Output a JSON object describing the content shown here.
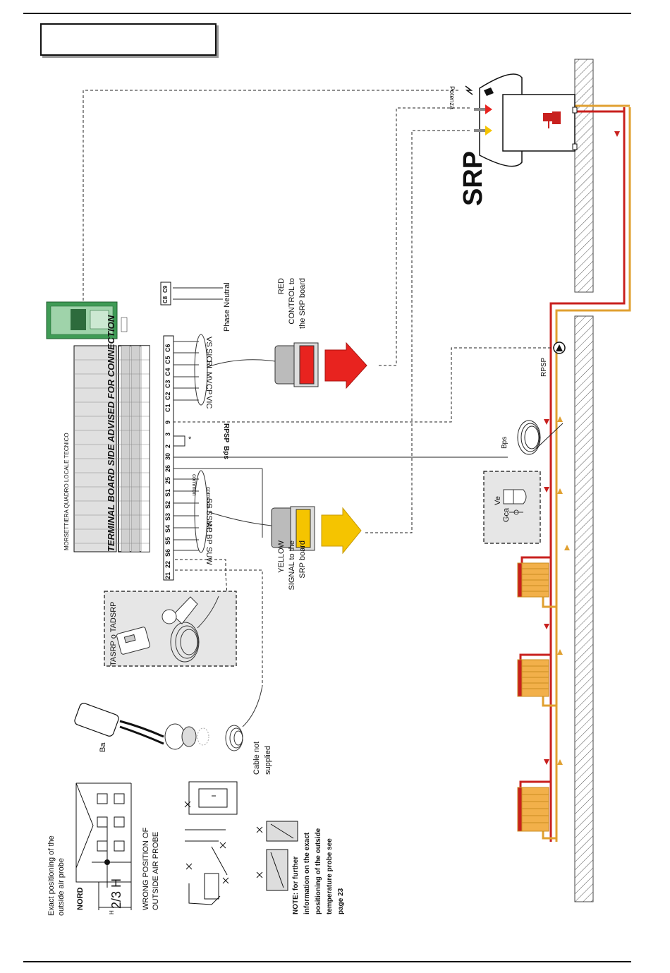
{
  "probe_section": {
    "exact_position_title": "Exact positioning of the outside air probe",
    "nord": "NORD",
    "height_fraction": "2/3 H",
    "height": "H",
    "wrong_position": "WRONG POSITION OF OUTSIDE AIR PROBE",
    "note_label": "NOTE",
    "note_text": ": for further information on the exact positioning of the outside temperature probe see page 23",
    "ba_label": "Ba",
    "cable_note": "Cable not supplied"
  },
  "thermostat": {
    "label": "TASRP o TADSRP"
  },
  "terminal_board": {
    "header_small": "MORSETTIERA QUADRO LOCALE TECNICO",
    "title": "TERMINAL BOARD SIDE ADVISED FOR CONNECTION",
    "terminals": [
      "21",
      "22",
      "S6",
      "S5",
      "S4",
      "S3",
      "S2",
      "S1",
      "25",
      "26",
      "30",
      "2",
      "3",
      "9",
      "C1",
      "C2",
      "C3",
      "C4",
      "C5",
      "C6",
      "C8",
      "C9"
    ],
    "mini_terminals": [
      "C8",
      "C9"
    ]
  },
  "wires_left": [
    "SUW",
    "BP",
    "AP",
    "SSMC",
    "SS",
    "common",
    "common"
  ],
  "wires_right": [
    "VIC",
    "CP",
    "MV",
    "RI",
    "SIC",
    "VS"
  ],
  "phase_neutral": "Phase Neutral",
  "bps_label": "Bps",
  "rpsp_label": "RPSP",
  "asterisk": "*",
  "yellow_connector": {
    "text": "YELLOW SIGNAL to the SRP board",
    "color": "#f5c400"
  },
  "red_connector": {
    "text": "RED CONTROL to the SRP board",
    "color": "#e8231f"
  },
  "srp_unit": {
    "label": "SRP",
    "potenza": "Potenza"
  },
  "ve_gca": {
    "ve": "Ve",
    "gca": "Gca"
  },
  "colors": {
    "flow": "#c8201e",
    "return": "#e0a030",
    "panel_grey": "#e6e6e6",
    "board_green": "#3f9b55"
  }
}
